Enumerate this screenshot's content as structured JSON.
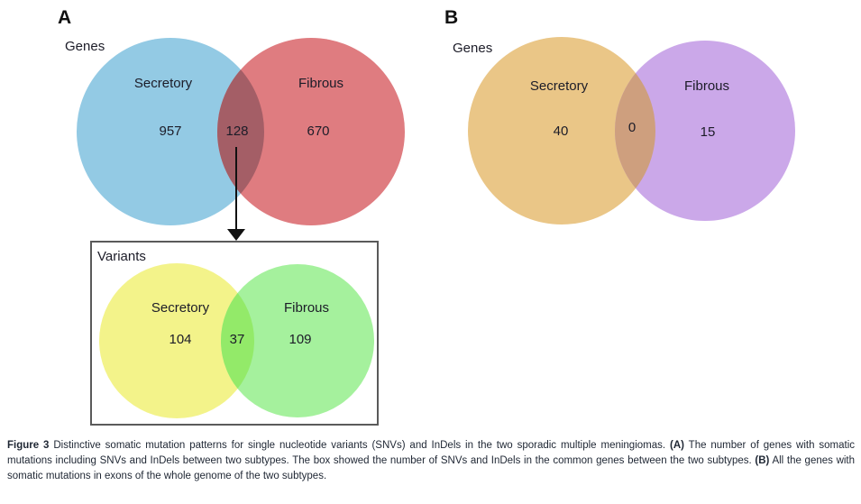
{
  "figure": {
    "panel_a": {
      "label": "A",
      "genes_venn": {
        "title": "Genes",
        "left_label": "Secretory",
        "left_value": "957",
        "left_color": "#93CAE4",
        "right_label": "Fibrous",
        "right_value": "670",
        "right_color": "#DF7C80",
        "overlap_value": "128",
        "overlap_color": "#A45E66"
      },
      "variants_venn": {
        "title": "Variants",
        "left_label": "Secretory",
        "left_value": "104",
        "left_color": "#F3F38A",
        "right_label": "Fibrous",
        "right_value": "109",
        "right_color": "#A5F19D",
        "overlap_value": "37",
        "overlap_color": "#93EA69"
      }
    },
    "panel_b": {
      "label": "B",
      "genes_venn": {
        "title": "Genes",
        "left_label": "Secretory",
        "left_value": "40",
        "left_color": "#EAC687",
        "right_label": "Fibrous",
        "right_value": "15",
        "right_color": "#CBA8E9",
        "overlap_value": "0",
        "overlap_color": "#CE9F7E"
      }
    },
    "caption": {
      "fig_label": "Figure 3",
      "seg1": "Distinctive somatic mutation patterns for single nucleotide variants (SNVs) and InDels in the two sporadic multiple meningiomas.",
      "seg_a": "(A)",
      "seg2": "The number of genes with somatic mutations including SNVs and InDels between two subtypes. The box showed the number of SNVs and InDels in the common genes between the two subtypes.",
      "seg_b": "(B)",
      "seg3": "All the genes with somatic mutations in exons of the whole genome of the two subtypes."
    }
  },
  "chart_data": [
    {
      "type": "venn",
      "title": "Genes (panel A)",
      "sets": [
        {
          "label": "Secretory",
          "unique": 957
        },
        {
          "label": "Fibrous",
          "unique": 670
        }
      ],
      "overlap": 128
    },
    {
      "type": "venn",
      "title": "Variants (panel A box)",
      "sets": [
        {
          "label": "Secretory",
          "unique": 104
        },
        {
          "label": "Fibrous",
          "unique": 109
        }
      ],
      "overlap": 37
    },
    {
      "type": "venn",
      "title": "Genes (panel B)",
      "sets": [
        {
          "label": "Secretory",
          "unique": 40
        },
        {
          "label": "Fibrous",
          "unique": 15
        }
      ],
      "overlap": 0
    }
  ]
}
